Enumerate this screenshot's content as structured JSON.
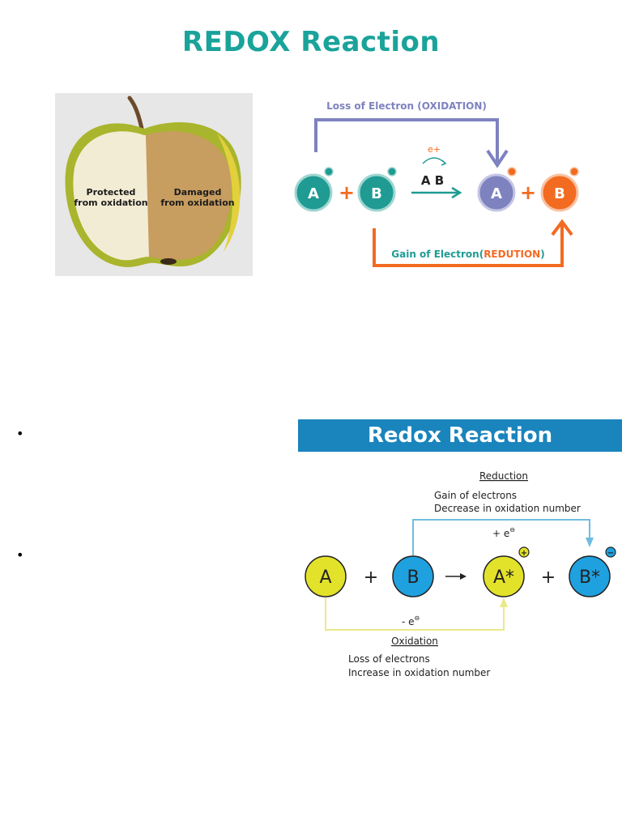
{
  "title": "REDOX Reaction",
  "apple": {
    "left_label_line1": "Protected",
    "left_label_line2": "from oxidation",
    "right_label_line1": "Damaged",
    "right_label_line2": "from oxidation"
  },
  "diagram1": {
    "top_label": "Loss of Electron (OXIDATION)",
    "bottom_label_prefix": "Gain of Electron(",
    "bottom_label_highlight": "REDUTION",
    "bottom_label_suffix": ")",
    "electron_label": "e+",
    "arrow_label": "A  B",
    "reactant_a": "A",
    "reactant_b": "B",
    "product_a": "A",
    "product_b": "B",
    "plus1": "+",
    "plus2": "+",
    "colors": {
      "teal": "#1f9b93",
      "purple": "#7e82bf",
      "orange": "#f26b21"
    }
  },
  "bullets": [
    "•",
    "•"
  ],
  "diagram2": {
    "banner": "Redox Reaction",
    "reduction_title": "Reduction",
    "reduction_line1": "Gain of electrons",
    "reduction_line2": "Decrease in oxidation number",
    "plus_e": "+ e",
    "minus_e": "- e",
    "oxidation_title": "Oxidation",
    "oxidation_line1": "Loss of electrons",
    "oxidation_line2": "Increase in oxidation number",
    "a": "A",
    "b": "B",
    "a_star": "A*",
    "b_star": "B*",
    "plus": "+",
    "colors": {
      "yellow": "#e3e22a",
      "blue": "#1fa1e0",
      "yellow_line": "#e9e98a",
      "blue_line": "#6fbde0"
    }
  }
}
